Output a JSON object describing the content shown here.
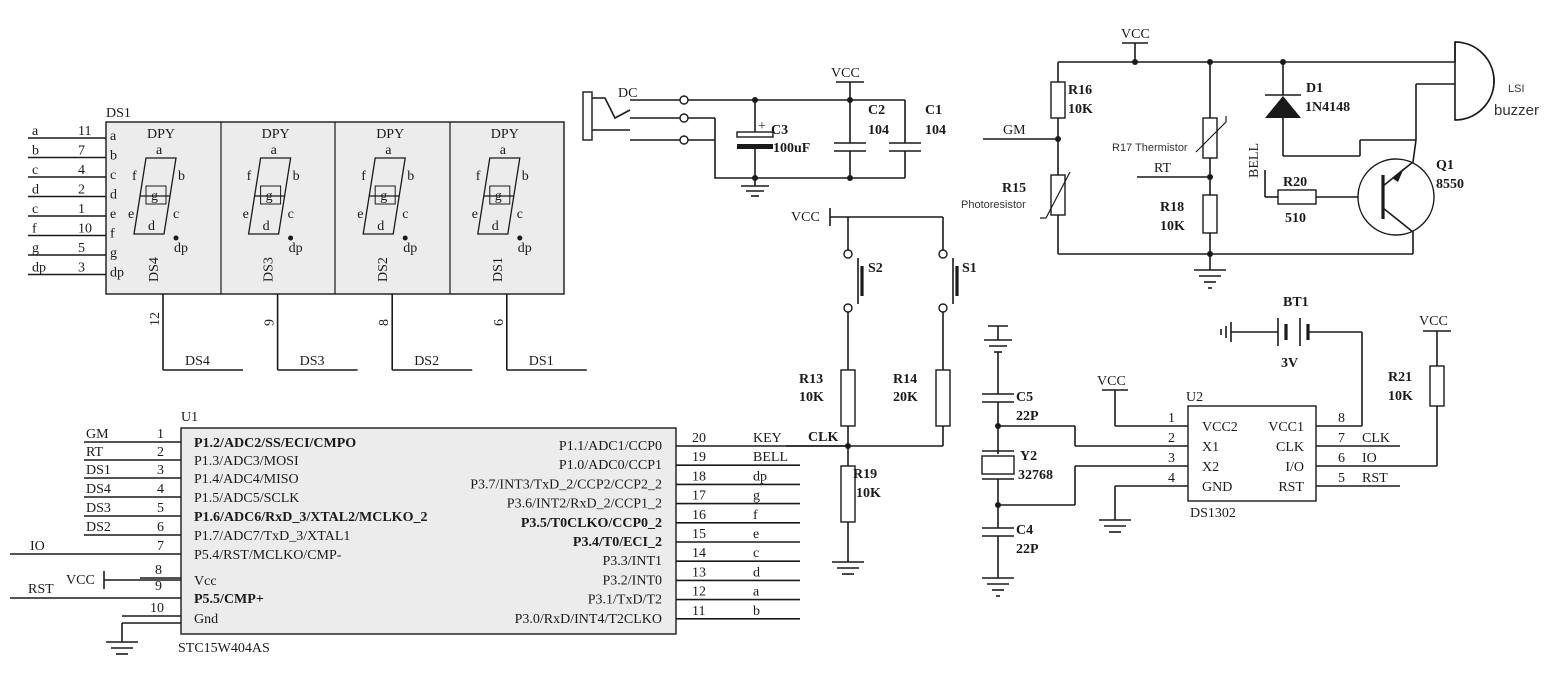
{
  "display": {
    "ref": "DS1",
    "segment_pins": [
      {
        "name": "a",
        "num": "11"
      },
      {
        "name": "b",
        "num": "7"
      },
      {
        "name": "c",
        "num": "4"
      },
      {
        "name": "d",
        "num": "2"
      },
      {
        "name": "c",
        "num": "1"
      },
      {
        "name": "f",
        "num": "10"
      },
      {
        "name": "g",
        "num": "5"
      },
      {
        "name": "dp",
        "num": "3"
      }
    ],
    "pin_inner_labels": [
      "a",
      "b",
      "c",
      "d",
      "e",
      "f",
      "g",
      "dp"
    ],
    "digits": [
      {
        "type": "DPY",
        "name": "DS4",
        "pin": "12",
        "net": "DS4"
      },
      {
        "type": "DPY",
        "name": "DS3",
        "pin": "9",
        "net": "DS3"
      },
      {
        "type": "DPY",
        "name": "DS2",
        "pin": "8",
        "net": "DS2"
      },
      {
        "type": "DPY",
        "name": "DS1",
        "pin": "6",
        "net": "DS1"
      }
    ],
    "segment_letters": {
      "a": "a",
      "b": "b",
      "c": "c",
      "d": "d",
      "e": "e",
      "f": "f",
      "g": "g",
      "dp": "dp"
    }
  },
  "power": {
    "dc_label": "DC",
    "vcc": "VCC",
    "c3": {
      "ref": "C3",
      "value": "100uF",
      "plus": "+"
    },
    "c2": {
      "ref": "C2",
      "value": "104"
    },
    "c1": {
      "ref": "C1",
      "value": "104"
    }
  },
  "sensors": {
    "vcc": "VCC",
    "gm": "GM",
    "rt": "RT",
    "bell": "BELL",
    "r16": {
      "ref": "R16",
      "value": "10K"
    },
    "r15": {
      "ref": "R15",
      "note": "Photoresistor"
    },
    "r17": {
      "note": "R17 Thermistor"
    },
    "r18": {
      "ref": "R18",
      "value": "10K"
    },
    "d1": {
      "ref": "D1",
      "value": "1N4148"
    },
    "r20": {
      "ref": "R20",
      "value": "510"
    },
    "q1": {
      "ref": "Q1",
      "value": "8550"
    },
    "buzzer": {
      "line1": "LSI",
      "line2": "buzzer"
    }
  },
  "keys": {
    "vcc": "VCC",
    "s2": "S2",
    "s1": "S1",
    "r13": {
      "ref": "R13",
      "value": "10K"
    },
    "r14": {
      "ref": "R14",
      "value": "20K"
    },
    "r19": {
      "ref": "R19",
      "value": "10K"
    }
  },
  "mcu": {
    "ref": "U1",
    "part": "STC15W404AS",
    "vcc_label": "VCC",
    "left_pins": [
      {
        "net": "GM",
        "num": "1",
        "name": "P1.2/ADC2/SS/ECI/CMPO"
      },
      {
        "net": "RT",
        "num": "2",
        "name": "P1.3/ADC3/MOSI"
      },
      {
        "net": "DS1",
        "num": "3",
        "name": "P1.4/ADC4/MISO"
      },
      {
        "net": "DS4",
        "num": "4",
        "name": "P1.5/ADC5/SCLK"
      },
      {
        "net": "DS3",
        "num": "5",
        "name": "P1.6/ADC6/RxD_3/XTAL2/MCLKO_2"
      },
      {
        "net": "DS2",
        "num": "6",
        "name": "P1.7/ADC7/TxD_3/XTAL1"
      },
      {
        "net": "IO",
        "num": "7",
        "name": "P5.4/RST/MCLKO/CMP-"
      },
      {
        "net": "",
        "num": "8",
        "name": ""
      },
      {
        "net": "",
        "num": "9",
        "name": "Vcc"
      },
      {
        "net": "RST",
        "num": "",
        "name": "P5.5/CMP+"
      },
      {
        "net": "",
        "num": "10",
        "name": "Gnd"
      }
    ],
    "right_pins": [
      {
        "num": "20",
        "name": "P1.1/ADC1/CCP0",
        "net": "KEY"
      },
      {
        "num": "19",
        "name": "P1.0/ADC0/CCP1",
        "net": "BELL"
      },
      {
        "num": "18",
        "name": "P3.7/INT3/TxD_2/CCP2/CCP2_2",
        "net": "dp"
      },
      {
        "num": "17",
        "name": "P3.6/INT2/RxD_2/CCP1_2",
        "net": "g"
      },
      {
        "num": "16",
        "name": "P3.5/T0CLKO/CCP0_2",
        "net": "f"
      },
      {
        "num": "15",
        "name": "P3.4/T0/ECI_2",
        "net": "e"
      },
      {
        "num": "14",
        "name": "P3.3/INT1",
        "net": "c"
      },
      {
        "num": "13",
        "name": "P3.2/INT0",
        "net": "d"
      },
      {
        "num": "12",
        "name": "P3.1/TxD/T2",
        "net": "a"
      },
      {
        "num": "11",
        "name": "P3.0/RxD/INT4/T2CLKO",
        "net": "b"
      }
    ],
    "clk_label": "CLK"
  },
  "rtc": {
    "ref": "U2",
    "part": "DS1302",
    "vcc": "VCC",
    "bt1": {
      "ref": "BT1",
      "value": "3V"
    },
    "r21": {
      "ref": "R21",
      "value": "10K",
      "vcc": "VCC"
    },
    "c5": {
      "ref": "C5",
      "value": "22P"
    },
    "c4": {
      "ref": "C4",
      "value": "22P"
    },
    "y2": {
      "ref": "Y2",
      "value": "32768"
    },
    "left_pins": [
      {
        "num": "1",
        "name": "VCC2"
      },
      {
        "num": "2",
        "name": "X1"
      },
      {
        "num": "3",
        "name": "X2"
      },
      {
        "num": "4",
        "name": "GND"
      }
    ],
    "right_pins": [
      {
        "num": "8",
        "name": "VCC1",
        "net": ""
      },
      {
        "num": "7",
        "name": "CLK",
        "net": "CLK"
      },
      {
        "num": "6",
        "name": "I/O",
        "net": "IO"
      },
      {
        "num": "5",
        "name": "RST",
        "net": "RST"
      }
    ]
  },
  "colors": {
    "ink": "#1a1a1a",
    "chip_fill": "#ececec",
    "note": "#333333"
  }
}
